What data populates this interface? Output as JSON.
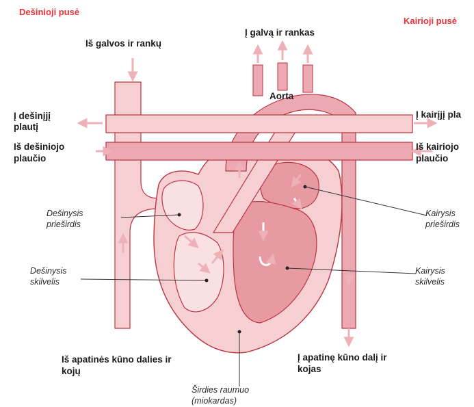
{
  "colors": {
    "vessel_fill": "#f6cfd3",
    "vessel_stroke": "#b9343f",
    "blood_dark": "#e79aa2",
    "pointer_line": "#333333",
    "side_label": "#e8333a"
  },
  "header": {
    "right_side": "Dešinioji pusė",
    "left_side": "Kairioji pusė"
  },
  "labels": {
    "from_head_arms": "Iš galvos ir rankų",
    "to_head_arms": "Į galvą ir rankas",
    "aorta": "Aorta",
    "to_right_lung_1": "Į dešinįjį",
    "to_right_lung_2": "plautį",
    "from_right_lung_1": "Iš dešiniojo",
    "from_right_lung_2": "plaučio",
    "to_left_lung": "Į kairįjį pla",
    "from_left_lung_1": "Iš kairiojo",
    "from_left_lung_2": "plaučio",
    "right_atrium_1": "Dešinysis",
    "right_atrium_2": "prieširdis",
    "left_atrium_1": "Kairysis",
    "left_atrium_2": "prieširdis",
    "right_ventricle_1": "Dešinysis",
    "right_ventricle_2": "skilvelis",
    "left_ventricle_1": "Kairysis",
    "left_ventricle_2": "skilvelis",
    "from_lower_body_1": "Iš apatinės kūno dalies ir",
    "from_lower_body_2": "kojų",
    "to_lower_body_1": "Į apatinę kūno dalį ir",
    "to_lower_body_2": "kojas",
    "myocardium_1": "Širdies raumuo",
    "myocardium_2": "(miokardas)"
  }
}
